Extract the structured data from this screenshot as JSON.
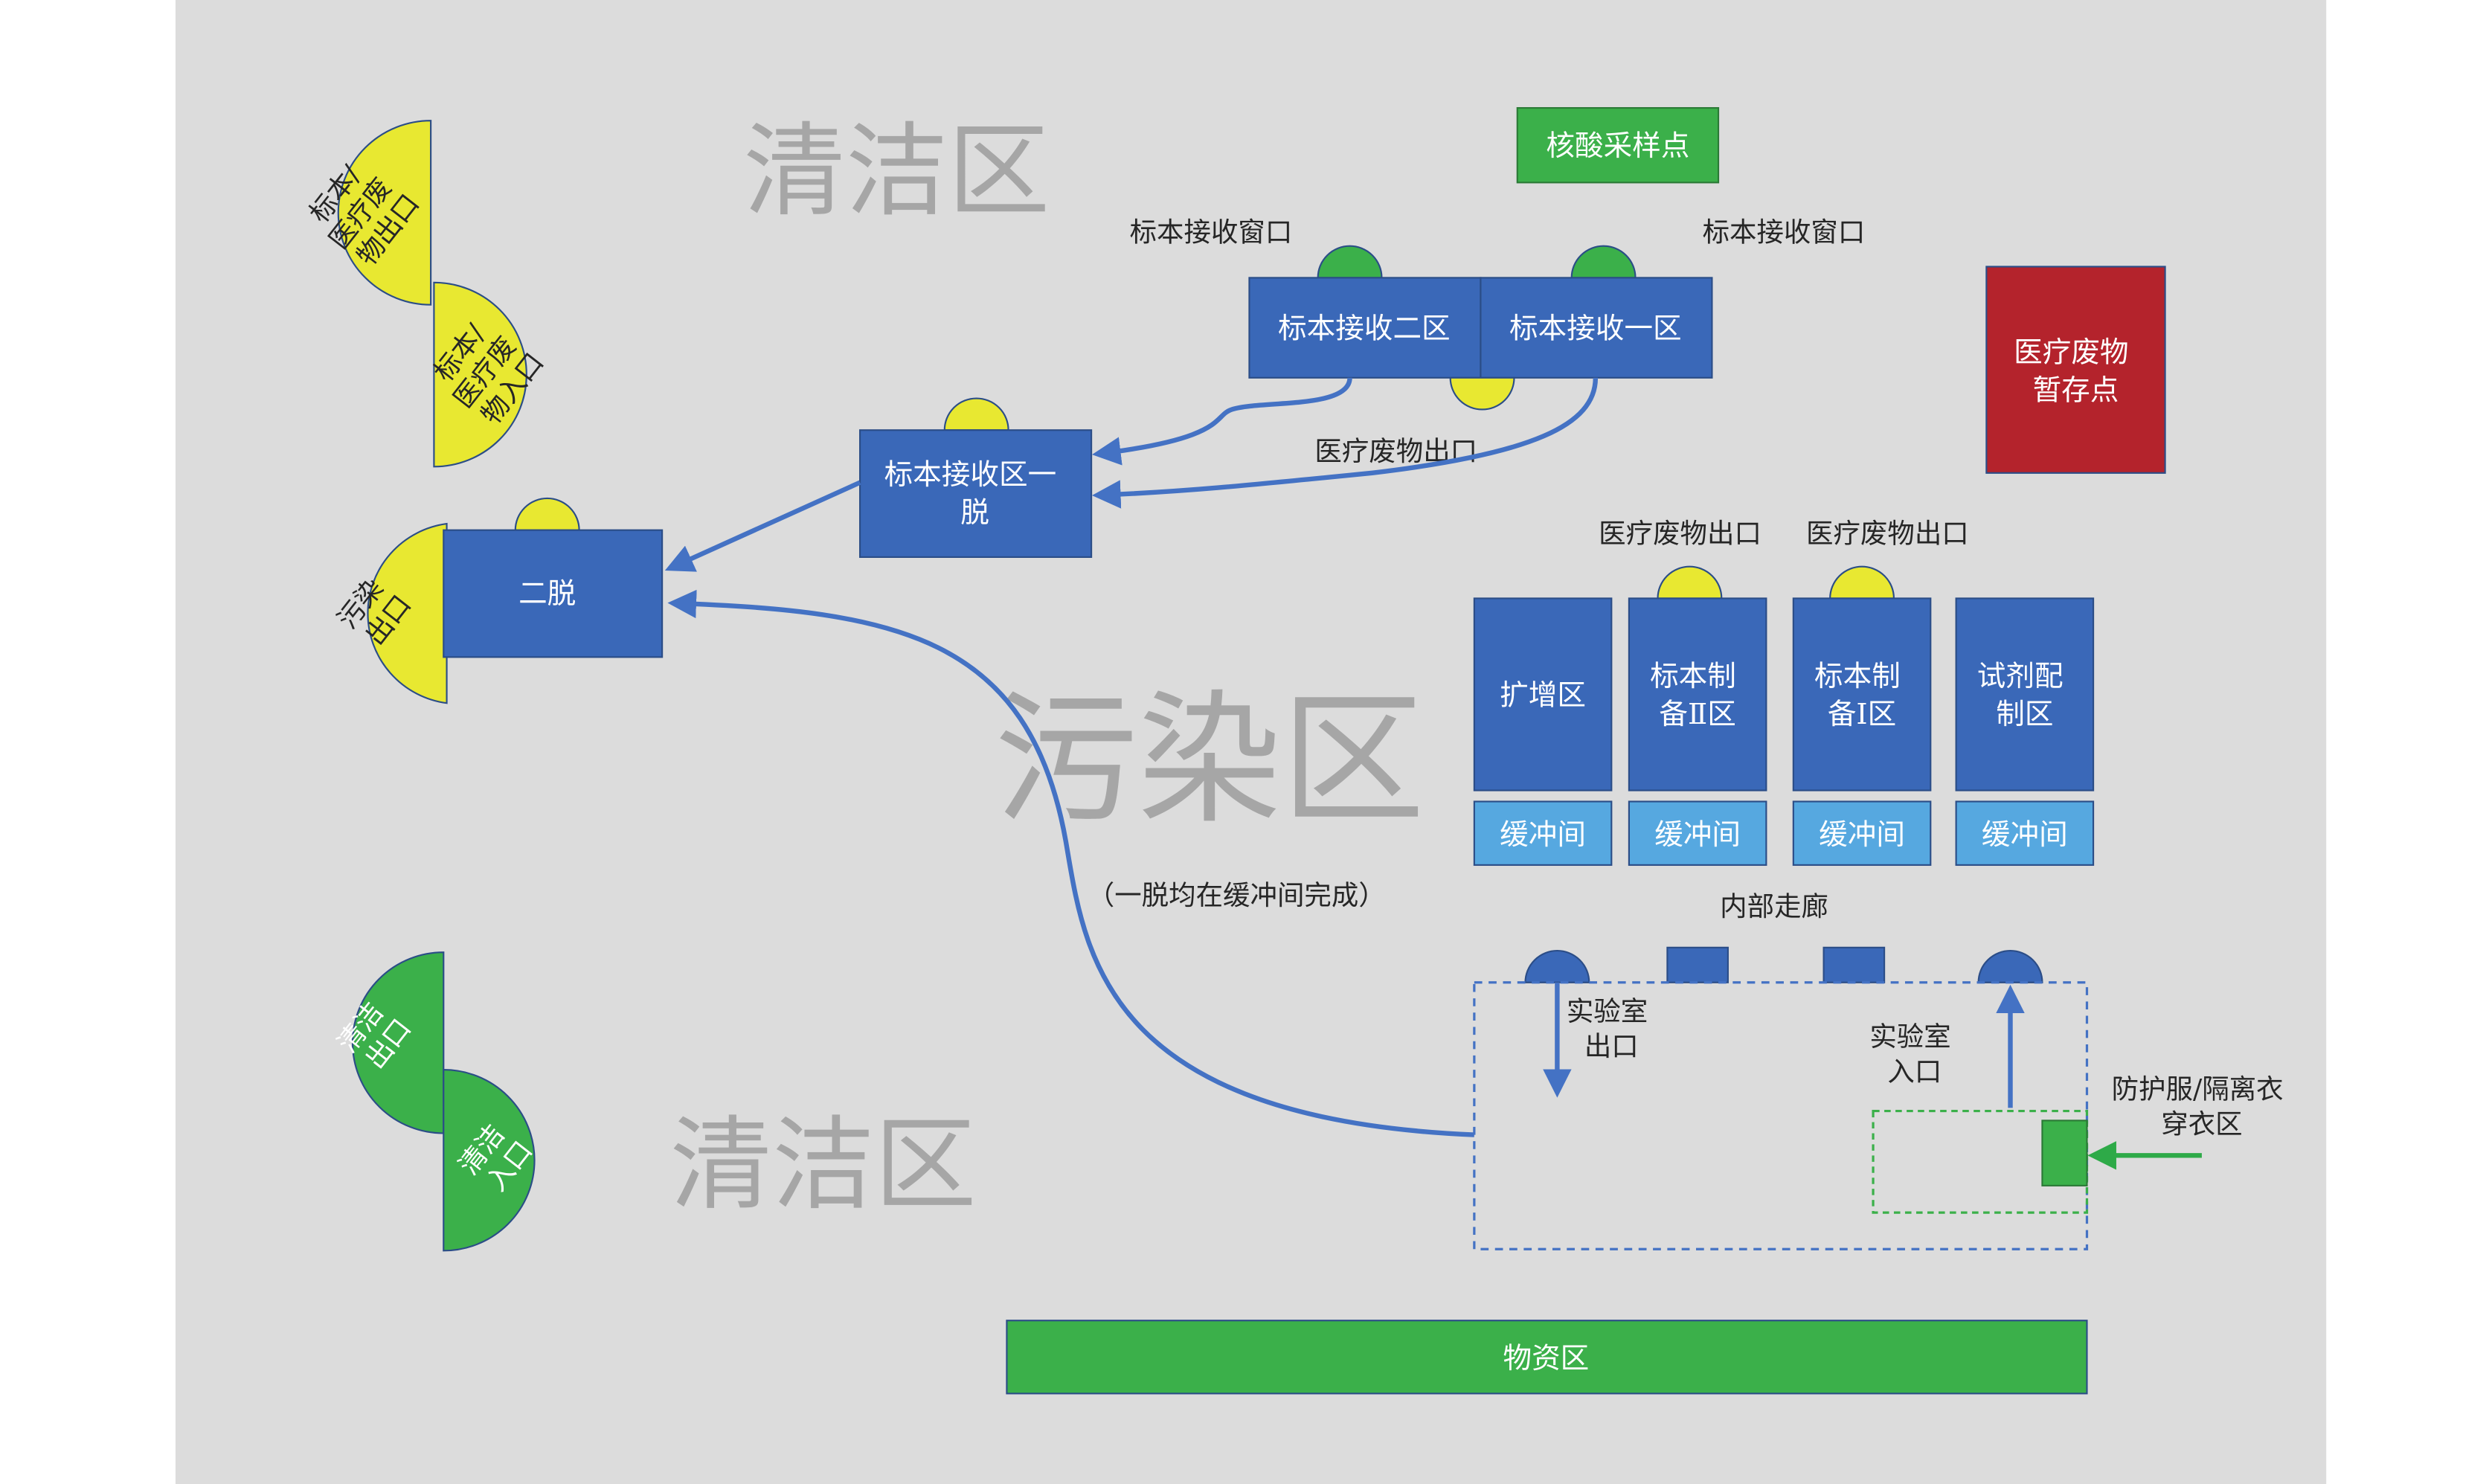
{
  "zones": {
    "clean_top": "清洁区",
    "contaminated": "污染区",
    "clean_bottom": "清洁区"
  },
  "rooms": {
    "sampling_point": "核酸采样点",
    "receive_zone_2": "标本接收二区",
    "receive_zone_1": "标本接收一区",
    "medical_waste_storage": [
      "医疗废物",
      "暂存点"
    ],
    "receive_first_doff": [
      "标本接收区一",
      "脱"
    ],
    "second_doff": "二脱",
    "amplification": "扩增区",
    "prep_2": [
      "标本制",
      "备Ⅱ区"
    ],
    "prep_1": [
      "标本制",
      "备Ⅰ区"
    ],
    "reagent_prep": [
      "试剂配",
      "制区"
    ],
    "buffer": "缓冲间",
    "supplies": "物资区"
  },
  "doors": {
    "specimen_waste_exit": [
      "标本/",
      "医疗废",
      "物出口"
    ],
    "specimen_waste_entry": [
      "标本/",
      "医疗废",
      "物入口"
    ],
    "contaminated_exit": [
      "污染",
      "出口"
    ],
    "clean_exit": [
      "清洁",
      "出口"
    ],
    "clean_entry": [
      "清洁",
      "入口"
    ]
  },
  "labels": {
    "window_left": "标本接收窗口",
    "window_right": "标本接收窗口",
    "waste_exit_receive": "医疗废物出口",
    "waste_exit_prep2": "医疗废物出口",
    "waste_exit_prep1": "医疗废物出口",
    "first_doff_note": "（一脱均在缓冲间完成）",
    "inner_corridor": "内部走廊",
    "lab_exit": [
      "实验室",
      "出口"
    ],
    "lab_entry": [
      "实验室",
      "入口"
    ],
    "gowning_area": [
      "防护服/隔离衣",
      "穿衣区"
    ]
  },
  "colors": {
    "background": "#dcdcdc",
    "room_blue": "#3a68b8",
    "buffer_blue": "#56a8e0",
    "green": "#3bb04a",
    "yellow": "#e8e831",
    "red": "#b4232c",
    "arrow_blue": "#4472c4",
    "arrow_green": "#2eaa48"
  }
}
